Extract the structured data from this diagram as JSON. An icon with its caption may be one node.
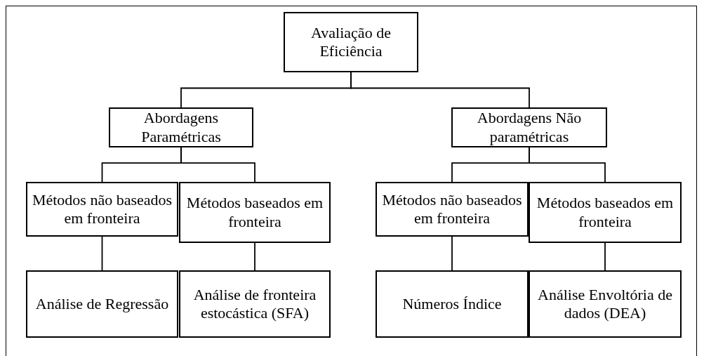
{
  "diagram": {
    "nodes": [
      {
        "text": [
          "Avaliação de Eficiência"
        ]
      },
      {
        "text": [
          "Abordagens Paramétricas"
        ]
      },
      {
        "text": [
          "Abordagens Não paramétricas"
        ]
      },
      {
        "text": [
          "Métodos não baseados em fronteira"
        ]
      },
      {
        "text": [
          "Métodos baseados em fronteira"
        ]
      },
      {
        "text": [
          "Métodos não baseados em fronteira"
        ]
      },
      {
        "text": [
          "Métodos baseados em fronteira"
        ]
      },
      {
        "text": [
          "Análise de Regressão"
        ]
      },
      {
        "text": [
          "Análise de fronteira estocástica (SFA)"
        ]
      },
      {
        "text": [
          "Números Índice"
        ]
      },
      {
        "text": [
          "Análise Envoltória de dados (DEA)"
        ]
      }
    ],
    "edges": [
      {
        "from": 0,
        "to": 1,
        "arrow": "none"
      },
      {
        "from": 0,
        "to": 2,
        "arrow": "none"
      },
      {
        "from": 1,
        "to": 3,
        "arrow": "none"
      },
      {
        "from": 1,
        "to": 4,
        "arrow": "none"
      },
      {
        "from": 2,
        "to": 5,
        "arrow": "none"
      },
      {
        "from": 2,
        "to": 6,
        "arrow": "none"
      },
      {
        "from": 3,
        "to": 7,
        "arrow": "none"
      },
      {
        "from": 4,
        "to": 8,
        "arrow": "none"
      },
      {
        "from": 5,
        "to": 9,
        "arrow": "none"
      },
      {
        "from": 6,
        "to": 10,
        "arrow": "none"
      }
    ]
  }
}
